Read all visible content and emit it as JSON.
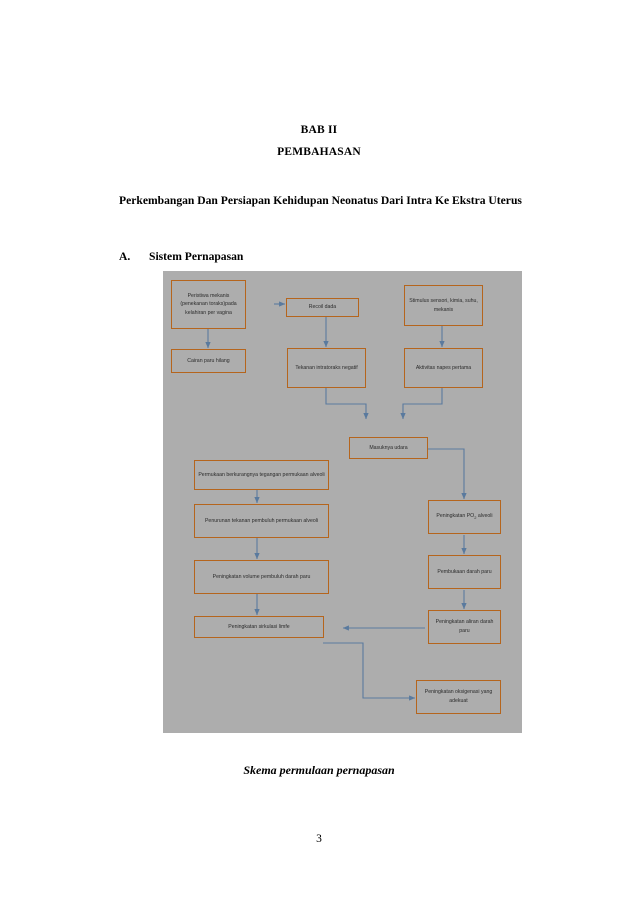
{
  "document": {
    "chapter": "BAB II",
    "chapter_subtitle": "PEMBAHASAN",
    "heading": "Perkembangan Dan Persiapan Kehidupan Neonatus Dari Intra Ke Ekstra Uterus",
    "section_letter": "A.",
    "section_title": "Sistem Pernapasan",
    "figure_caption": "Skema permulaan pernapasan",
    "page_number": "3"
  },
  "figure": {
    "background_color": "#adadad",
    "box_border_color": "#b5651d",
    "arrow_color": "#5a7a9e",
    "nodes": [
      {
        "id": "peristiwa",
        "label": "Peristiwa mekanis (penekanan toraks)pada kelahiran per vagina"
      },
      {
        "id": "recoil",
        "label": "Recoil dada"
      },
      {
        "id": "stimulus",
        "label": "Stimulus sensori, kimia, suhu, mekanis"
      },
      {
        "id": "cairan",
        "label": "Cairan paru hilang"
      },
      {
        "id": "tekanan",
        "label": "Tekanan intratoraks negatif"
      },
      {
        "id": "aktivitas",
        "label": "Aktivitas napes pertama"
      },
      {
        "id": "masuknya",
        "label": "Masuknya udara"
      },
      {
        "id": "permukaan",
        "label": "Permukaan berkurangnya tegangan permukaan alveoli"
      },
      {
        "id": "po2",
        "label": "Peningkatan PO2 alveoli"
      },
      {
        "id": "penurunan",
        "label": "Penurunan tekanan pembuluh permukaan alveoli"
      },
      {
        "id": "pembukaan",
        "label": "Pembukaan darah paru"
      },
      {
        "id": "volume",
        "label": "Peningkatan volume pembuluh darah paru"
      },
      {
        "id": "aliran",
        "label": "Peningkatan aliran darah paru"
      },
      {
        "id": "limfe",
        "label": "Peningkatan sirkulasi limfe"
      },
      {
        "id": "oksigenasi",
        "label": "Peningkatan oksigenasi yang adekuat"
      }
    ]
  }
}
